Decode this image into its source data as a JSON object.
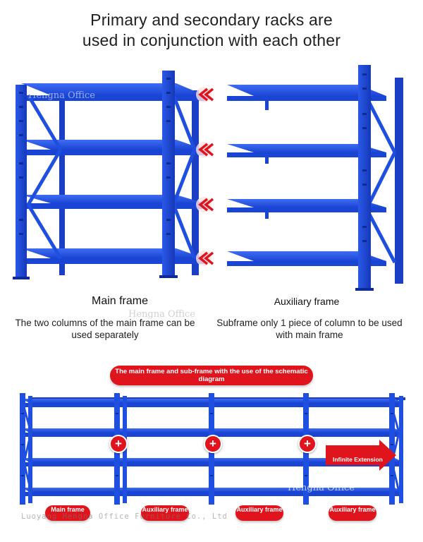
{
  "headline": {
    "line1": "Primary and secondary racks are",
    "line2": "used in conjunction with each other"
  },
  "main_frame": {
    "title": "Main frame",
    "description": "The two columns of the main frame can be used separately"
  },
  "auxiliary_frame": {
    "title": "Auxiliary frame",
    "description": "Subframe only 1 piece of column to be used with main frame"
  },
  "watermark": "Hengna Office",
  "schematic_label": "The main frame and sub-frame with the use of the schematic diagram",
  "infinite_extension_label": "Infinite Extension",
  "plus_symbol": "+",
  "bottom_tags": [
    "Main frame",
    "Auxiliary frame",
    "Auxiliary frame",
    "Auxiliary frame"
  ],
  "footer_text": "Luoyang Hengna Office Furniture Co., Ltd",
  "colors": {
    "rack_blue": "#1f4fe0",
    "rack_dark": "#163bb0",
    "accent_red": "#e0141c"
  }
}
